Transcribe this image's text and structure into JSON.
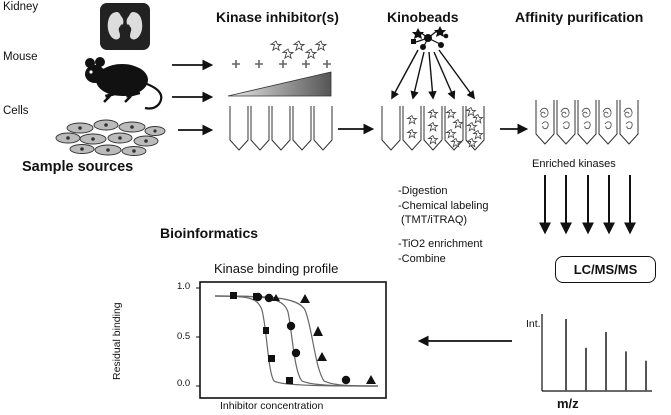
{
  "sources": {
    "kidney": "Kidney",
    "mouse": "Mouse",
    "cells": "Cells",
    "caption": "Sample sources"
  },
  "headings": {
    "kinase_inhibitors": "Kinase inhibitor(s)",
    "kinobeads": "Kinobeads",
    "affinity_purification": "Affinity purification",
    "bioinformatics": "Bioinformatics"
  },
  "enriched_kinases": "Enriched kinases",
  "processing_steps": [
    "-Digestion",
    "-Chemical labeling",
    " (TMT/iTRAQ)",
    "-TiO2 enrichment",
    "-Combine"
  ],
  "lcms": "LC/MS/MS",
  "spectrum": {
    "y_label": "Int.",
    "x_label": "m/z",
    "peaks": [
      1.0,
      0.6,
      0.82,
      0.55,
      0.42
    ]
  },
  "binding_profile": {
    "title": "Kinase binding profile",
    "y_label": "Residual binding",
    "x_label": "Inhibitor concentration",
    "y_ticks": [
      "1.0",
      "0.5",
      "0.0"
    ]
  }
}
